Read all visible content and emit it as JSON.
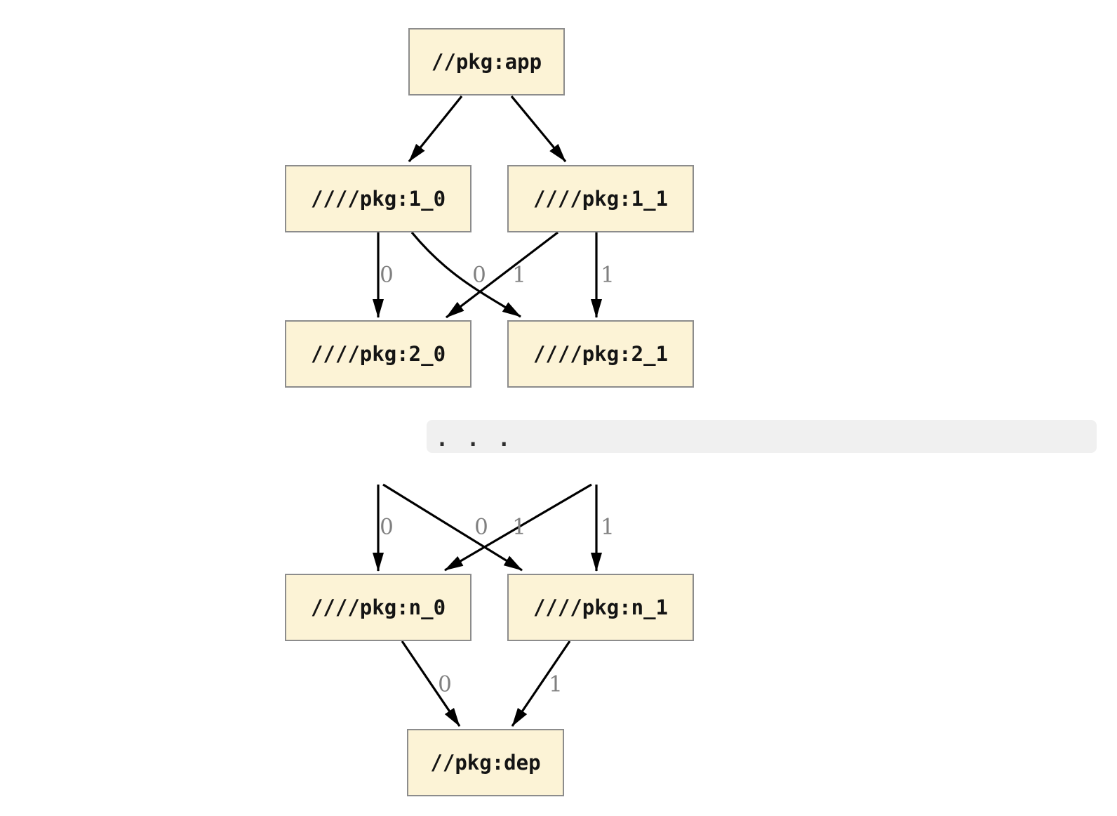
{
  "diagram": {
    "type": "dependency-graph",
    "colors": {
      "background": "#ffffff",
      "node_fill": "#fcf3d6",
      "node_border": "#8c8c8c",
      "edge_color": "#000000",
      "edge_label_color": "#808080",
      "ellipsis_bar_bg": "#f0f0f0",
      "ellipsis_dots": "#2d2d2d"
    },
    "nodes": [
      {
        "id": "app",
        "label": "//pkg:app"
      },
      {
        "id": "1_0",
        "label": "////pkg:1_0"
      },
      {
        "id": "1_1",
        "label": "////pkg:1_1"
      },
      {
        "id": "2_0",
        "label": "////pkg:2_0"
      },
      {
        "id": "2_1",
        "label": "////pkg:2_1"
      },
      {
        "id": "n_0",
        "label": "////pkg:n_0"
      },
      {
        "id": "n_1",
        "label": "////pkg:n_1"
      },
      {
        "id": "dep",
        "label": "//pkg:dep"
      }
    ],
    "edges": [
      {
        "from": "app",
        "to": "1_0",
        "label": ""
      },
      {
        "from": "app",
        "to": "1_1",
        "label": ""
      },
      {
        "from": "1_0",
        "to": "2_0",
        "label": "0"
      },
      {
        "from": "1_0",
        "to": "2_1",
        "label": "0"
      },
      {
        "from": "1_1",
        "to": "2_0",
        "label": "1"
      },
      {
        "from": "1_1",
        "to": "2_1",
        "label": "1"
      },
      {
        "from": "...",
        "to": "n_0",
        "label": "0"
      },
      {
        "from": "...",
        "to": "n_1",
        "label": "0"
      },
      {
        "from": "...",
        "to": "n_0",
        "label": "1"
      },
      {
        "from": "...",
        "to": "n_1",
        "label": "1"
      },
      {
        "from": "n_0",
        "to": "dep",
        "label": "0"
      },
      {
        "from": "n_1",
        "to": "dep",
        "label": "1"
      }
    ],
    "ellipsis": {
      "text": ". . ."
    }
  }
}
